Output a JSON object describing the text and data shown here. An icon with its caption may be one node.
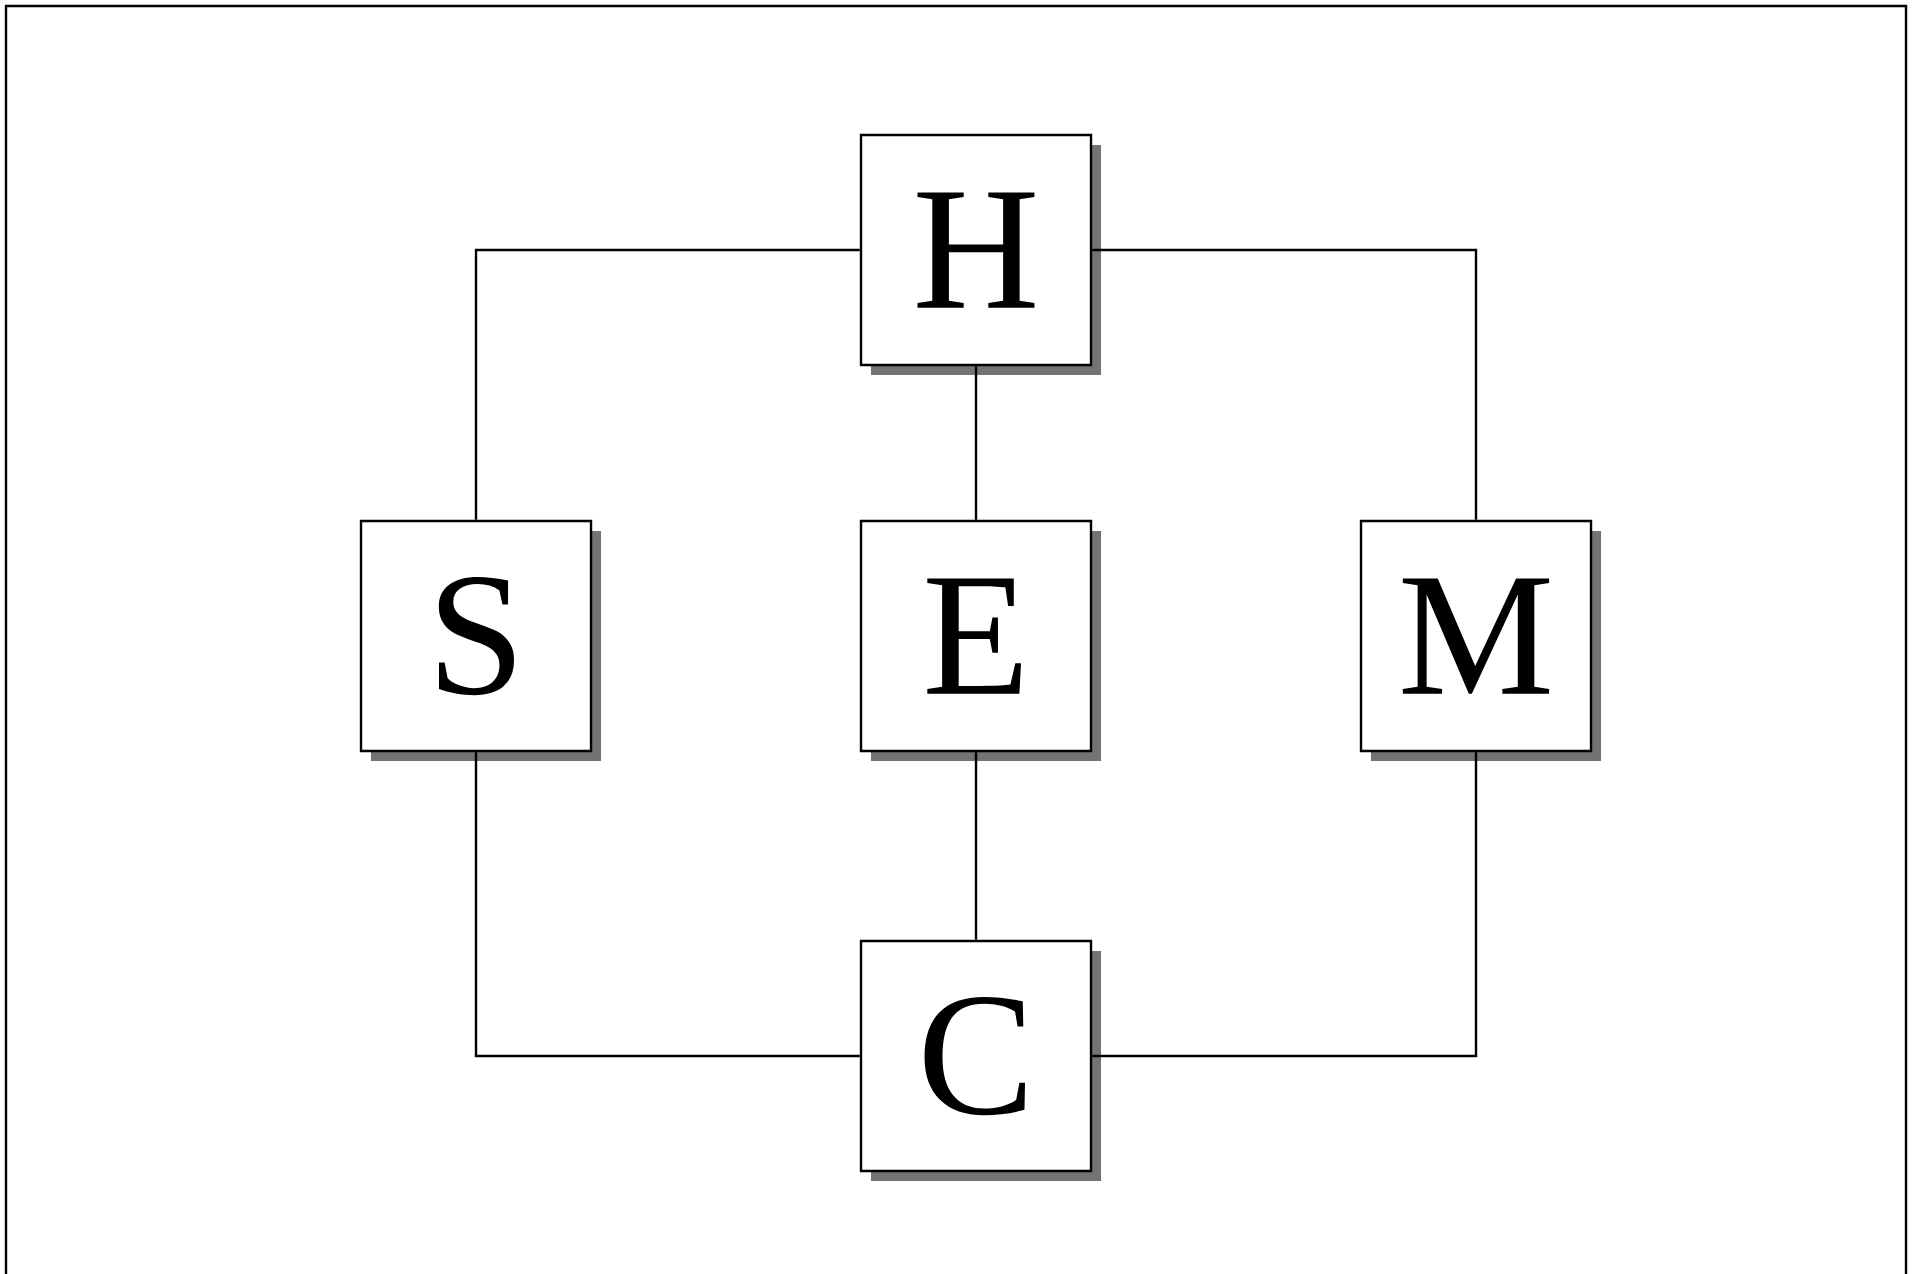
{
  "diagram": {
    "nodes": [
      {
        "text": [
          "H"
        ]
      },
      {
        "text": [
          "S"
        ]
      },
      {
        "text": [
          "E"
        ]
      },
      {
        "text": [
          "M"
        ]
      },
      {
        "text": [
          "C"
        ]
      }
    ],
    "edges": [
      {
        "from": 0,
        "to": 1,
        "arrow": "none"
      },
      {
        "from": 0,
        "to": 2,
        "arrow": "none"
      },
      {
        "from": 0,
        "to": 3,
        "arrow": "none"
      },
      {
        "from": 1,
        "to": 4,
        "arrow": "none"
      },
      {
        "from": 2,
        "to": 4,
        "arrow": "none"
      },
      {
        "from": 3,
        "to": 4,
        "arrow": "none"
      }
    ]
  }
}
